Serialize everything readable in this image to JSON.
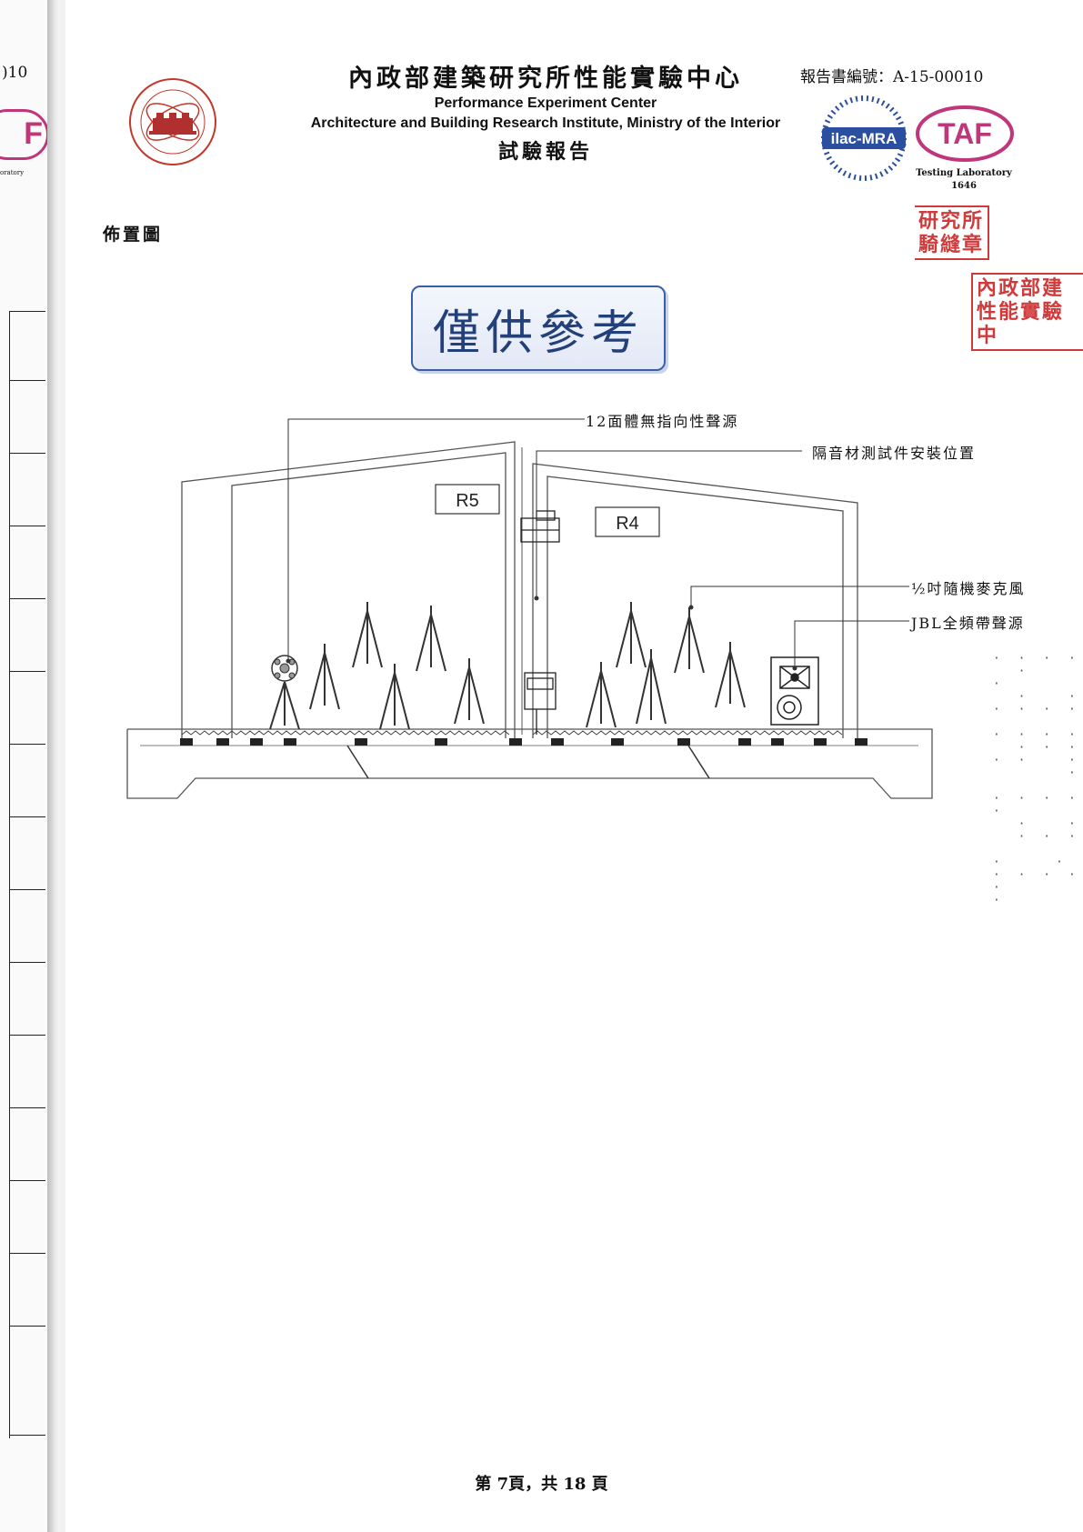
{
  "header": {
    "title_zh": "內政部建築研究所性能實驗中心",
    "title_en_1": "Performance Experiment Center",
    "title_en_2": "Architecture and Building Research Institute, Ministry of the Interior",
    "report_title": "試驗報告",
    "report_no": "報告書編號：A-15-00010",
    "ilac_text": "ilac-MRA",
    "taf_text": "TAF",
    "testing_lab": "Testing Laboratory",
    "lab_no": "1646"
  },
  "section_title": "佈置圖",
  "reference_label": "僅供參考",
  "stamps": {
    "stamp1_line1": "研究所",
    "stamp1_line2": "騎縫章",
    "stamp2_line1": "內政部建",
    "stamp2_line2": "性能實驗中"
  },
  "diagram": {
    "room_left": "R5",
    "room_right": "R4",
    "callout_source12": "12面體無指向性聲源",
    "callout_specimen": "隔音材測試件安裝位置",
    "callout_mic": "½吋隨機麥克風",
    "callout_jbl": "JBL全頻帶聲源"
  },
  "prev_page": {
    "fragment_no": ")10",
    "fragment_taf": "F",
    "fragment_lab": "oratory"
  },
  "footer": "第 7頁，共 18 頁"
}
